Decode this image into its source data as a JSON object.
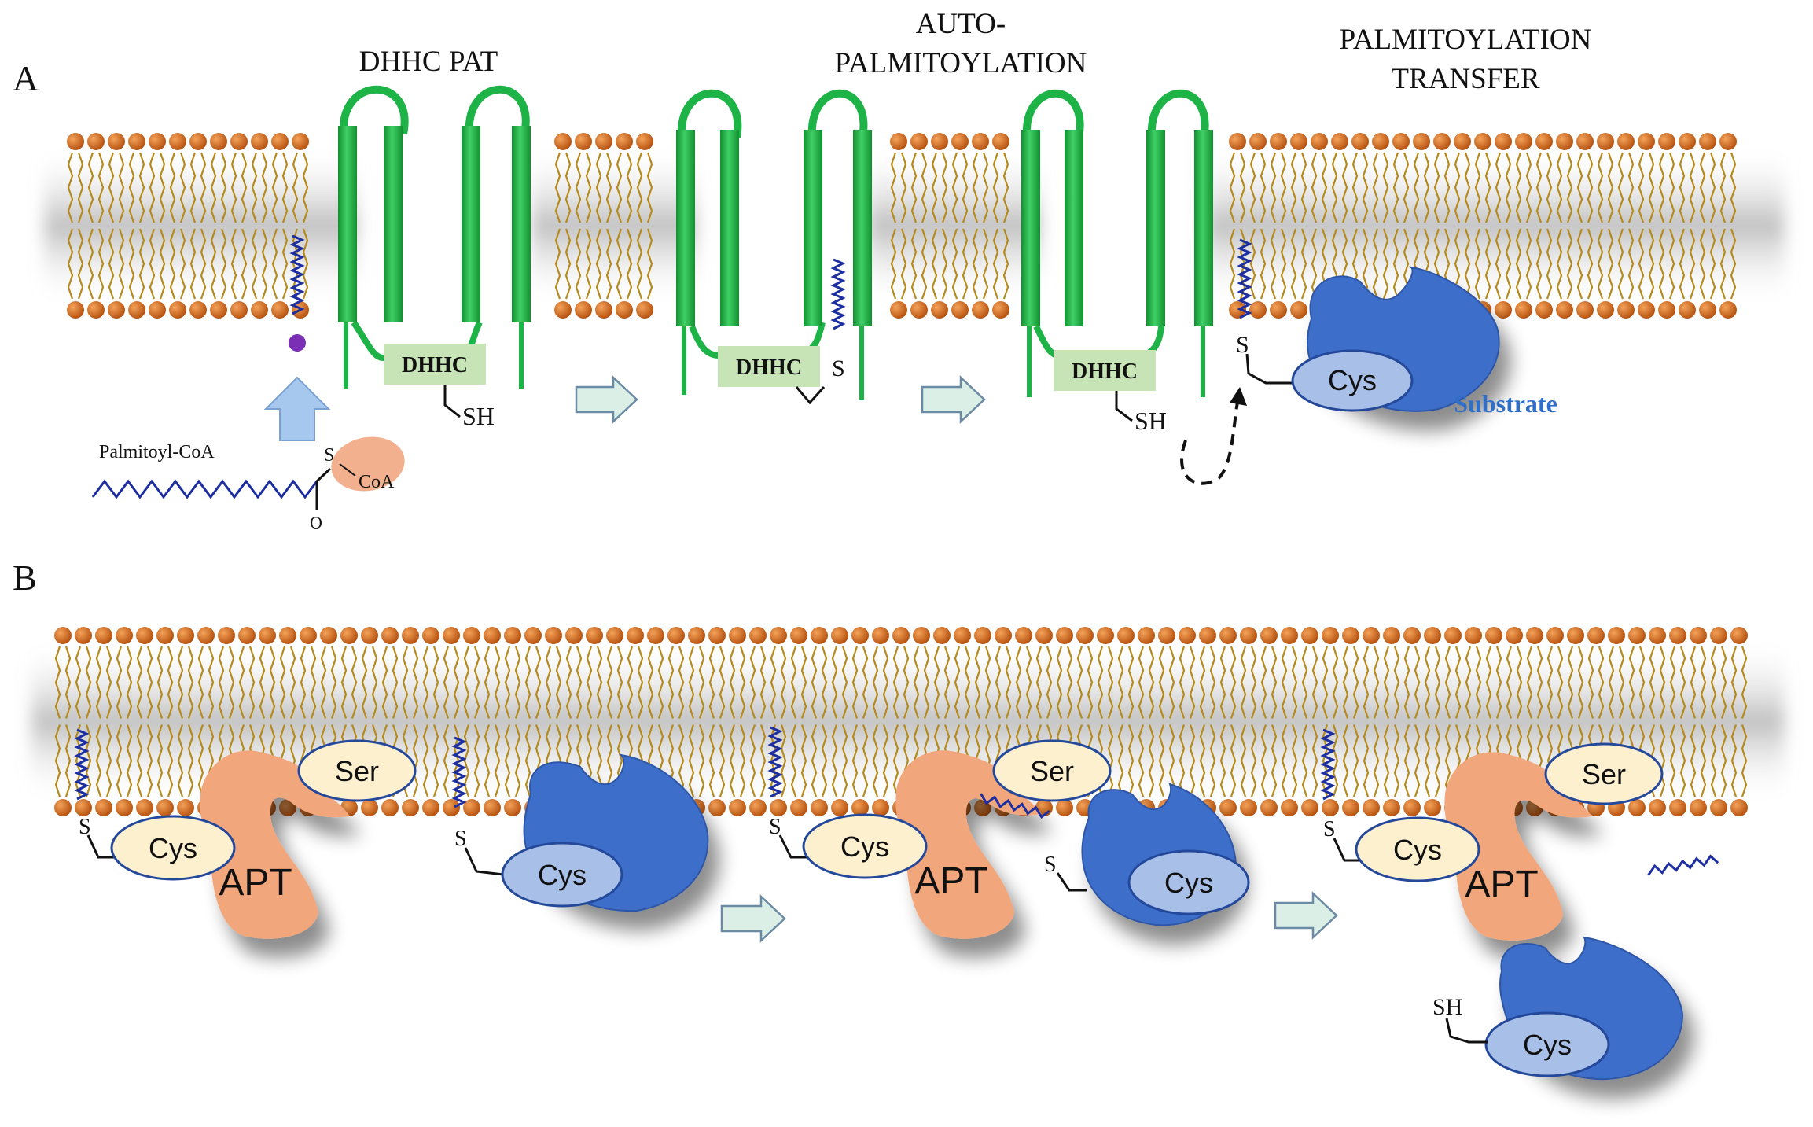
{
  "panels": {
    "a": {
      "letter": "A",
      "step_titles": {
        "dhhc_pat": "DHHC PAT",
        "auto_line1": "AUTO-",
        "auto_line2": "PALMITOYLATION",
        "transfer_line1": "PALMITOYLATION",
        "transfer_line2": "TRANSFER"
      },
      "dhhc_box_label": "DHHC",
      "thiol_label": "SH",
      "thioester_label": "S",
      "substrate_residue": "Cys",
      "substrate_label": "Substrate",
      "palmitoyl_coa": {
        "name": "Palmitoyl-CoA",
        "s_atom": "S",
        "coa": "CoA",
        "o_atom": "O"
      }
    },
    "b": {
      "letter": "B",
      "apt_label": "APT",
      "ser_label": "Ser",
      "cys_label": "Cys",
      "thioester_label": "S",
      "thiol_label": "SH"
    }
  },
  "colors": {
    "headgroup": "#c8651b",
    "lipid_tail": "#b58a1c",
    "dhhc_helix": "#1db347",
    "dhhc_box": "#c6e4b6",
    "substrate": "#3e6ec9",
    "cys_ellipse": "#a8bfe8",
    "apt": "#f2a67c",
    "ser_ellipse": "#fdf0cf",
    "palmitate": "#1d2ea0",
    "arrow_fill": "#dcefe6",
    "arrow_stroke": "#6b8aa3",
    "up_arrow": "#a6c8ef",
    "substrate_text": "#2f6fc7"
  }
}
